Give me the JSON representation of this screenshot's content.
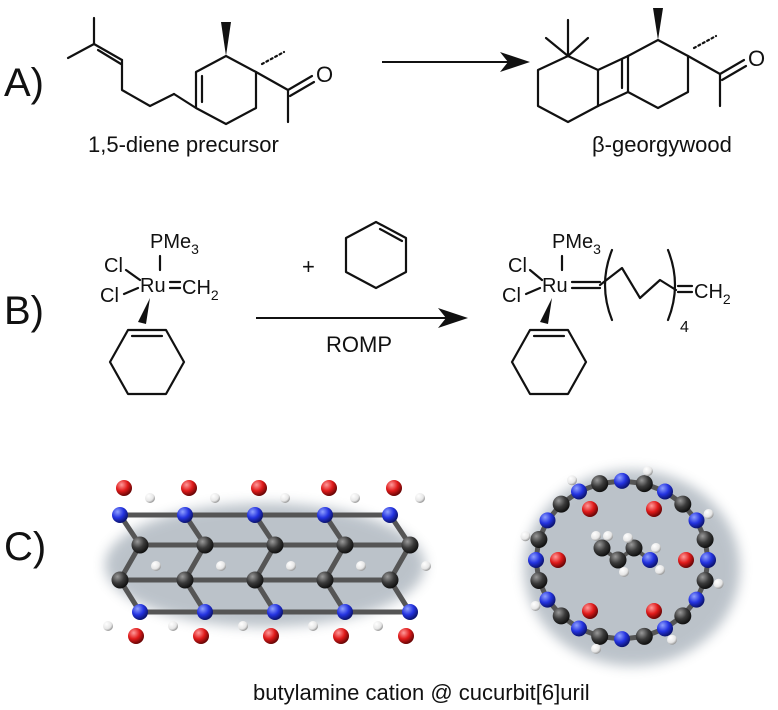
{
  "panels": {
    "a": {
      "label": "A)",
      "precursor_caption": "1,5-diene precursor",
      "product_caption": "β-georgywood",
      "oxygen_left": "O",
      "oxygen_right": "O"
    },
    "b": {
      "label": "B)",
      "reagent_pme3": "PMe",
      "reagent_pme3_sub": "3",
      "reagent_cl1": "Cl",
      "reagent_cl2": "Cl",
      "reagent_ru": "Ru",
      "reagent_ch2": "CH",
      "reagent_ch2_sub": "2",
      "plus": "+",
      "arrow_label": "ROMP",
      "product_pme3": "PMe",
      "product_pme3_sub": "3",
      "product_cl1": "Cl",
      "product_cl2": "Cl",
      "product_ru": "Ru",
      "product_repeat_sub": "4",
      "product_ch2": "CH",
      "product_ch2_sub": "2"
    },
    "c": {
      "label": "C)",
      "caption": "butylamine cation @ cucurbit[6]uril"
    }
  },
  "colors": {
    "carbon": "#3a3a3a",
    "nitrogen": "#2433e0",
    "oxygen": "#e01a1a",
    "hydrogen": "#f2f2f2",
    "bond_ink": "#111111"
  }
}
